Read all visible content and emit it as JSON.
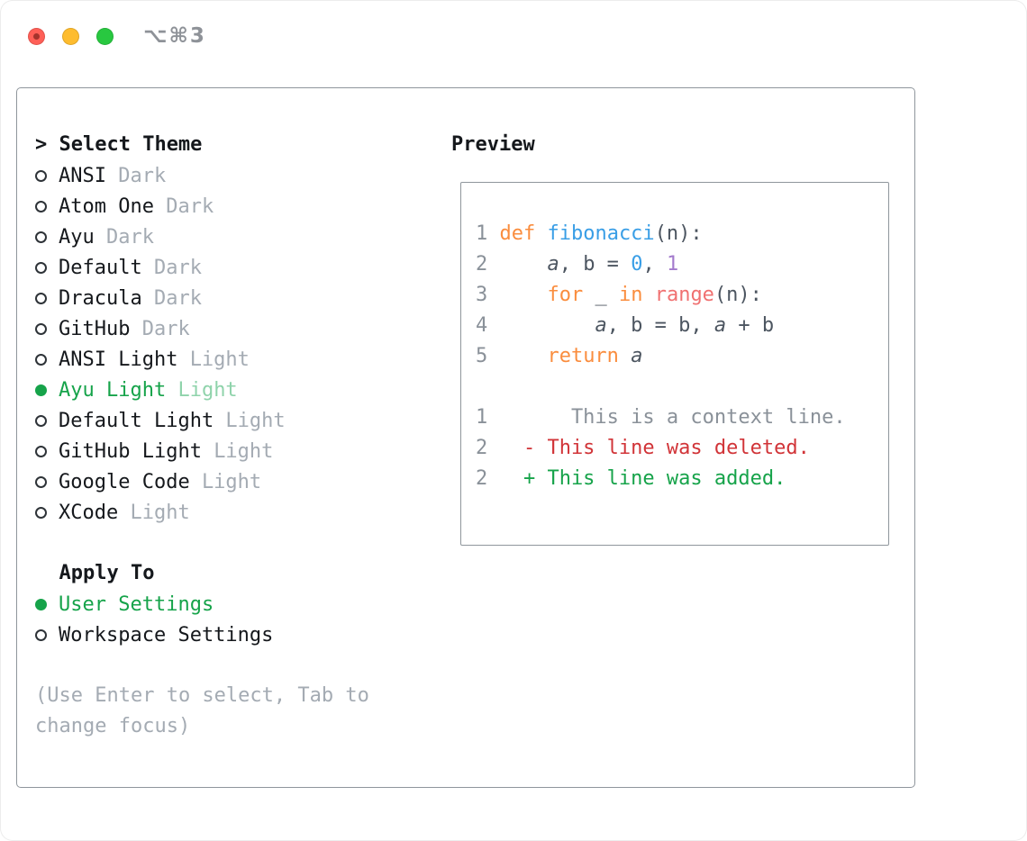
{
  "colors": {
    "accent_green": "#16a34a",
    "selected_variant_green": "#8fd3ab",
    "muted_gray": "#a4abb3",
    "line_number_gray": "#8a9199",
    "code_default": "#4c5560",
    "keyword_orange": "#fa8d3e",
    "function_blue": "#399ee6",
    "number_purple": "#a37acc",
    "builtin_pink": "#f07171",
    "diff_red": "#d13438",
    "panel_border": "#8f969c",
    "text_black": "#15181c",
    "traffic_red": "#ff5f57",
    "traffic_yellow": "#febc2e",
    "traffic_green": "#28c840"
  },
  "window": {
    "shortcut": "⌥⌘3"
  },
  "theme_picker": {
    "title_prefix": ">",
    "title": "Select Theme",
    "themes": [
      {
        "name": "ANSI",
        "variant": "Dark",
        "selected": false
      },
      {
        "name": "Atom One",
        "variant": "Dark",
        "selected": false
      },
      {
        "name": "Ayu",
        "variant": "Dark",
        "selected": false
      },
      {
        "name": "Default",
        "variant": "Dark",
        "selected": false
      },
      {
        "name": "Dracula",
        "variant": "Dark",
        "selected": false
      },
      {
        "name": "GitHub",
        "variant": "Dark",
        "selected": false
      },
      {
        "name": "ANSI Light",
        "variant": "Light",
        "selected": false
      },
      {
        "name": "Ayu Light",
        "variant": "Light",
        "selected": true
      },
      {
        "name": "Default Light",
        "variant": "Light",
        "selected": false
      },
      {
        "name": "GitHub Light",
        "variant": "Light",
        "selected": false
      },
      {
        "name": "Google Code",
        "variant": "Light",
        "selected": false
      },
      {
        "name": "XCode",
        "variant": "Light",
        "selected": false
      }
    ],
    "apply_to": {
      "title": "Apply To",
      "options": [
        {
          "label": "User Settings",
          "selected": true
        },
        {
          "label": "Workspace Settings",
          "selected": false
        }
      ]
    },
    "hint": "(Use Enter to select, Tab to change focus)"
  },
  "preview": {
    "title": "Preview",
    "lines": [
      {
        "num": "1",
        "tokens": [
          {
            "text": "def",
            "color": "orange"
          },
          {
            "text": " "
          },
          {
            "text": "fibonacci",
            "color": "blue"
          },
          {
            "text": "(n):"
          }
        ]
      },
      {
        "num": "2",
        "tokens": [
          {
            "text": "    "
          },
          {
            "text": "a",
            "italic": true
          },
          {
            "text": ", b = "
          },
          {
            "text": "0",
            "color": "blue"
          },
          {
            "text": ", "
          },
          {
            "text": "1",
            "color": "purple"
          }
        ]
      },
      {
        "num": "3",
        "tokens": [
          {
            "text": "    "
          },
          {
            "text": "for",
            "color": "orange"
          },
          {
            "text": " _ "
          },
          {
            "text": "in",
            "color": "orange"
          },
          {
            "text": " "
          },
          {
            "text": "range",
            "color": "pink"
          },
          {
            "text": "(n):"
          }
        ]
      },
      {
        "num": "4",
        "tokens": [
          {
            "text": "        "
          },
          {
            "text": "a",
            "italic": true
          },
          {
            "text": ", b = b, "
          },
          {
            "text": "a",
            "italic": true
          },
          {
            "text": " + b"
          }
        ]
      },
      {
        "num": "5",
        "tokens": [
          {
            "text": "    "
          },
          {
            "text": "return",
            "color": "orange"
          },
          {
            "text": " "
          },
          {
            "text": "a",
            "italic": true
          }
        ]
      },
      {
        "num": "",
        "tokens": []
      },
      {
        "num": "1",
        "tokens": [
          {
            "text": "      This is a context line.",
            "color": "gray"
          }
        ]
      },
      {
        "num": "2",
        "tokens": [
          {
            "text": "  - This line was deleted.",
            "color": "red"
          }
        ]
      },
      {
        "num": "2",
        "tokens": [
          {
            "text": "  + This line was added.",
            "color": "green"
          }
        ]
      }
    ]
  }
}
